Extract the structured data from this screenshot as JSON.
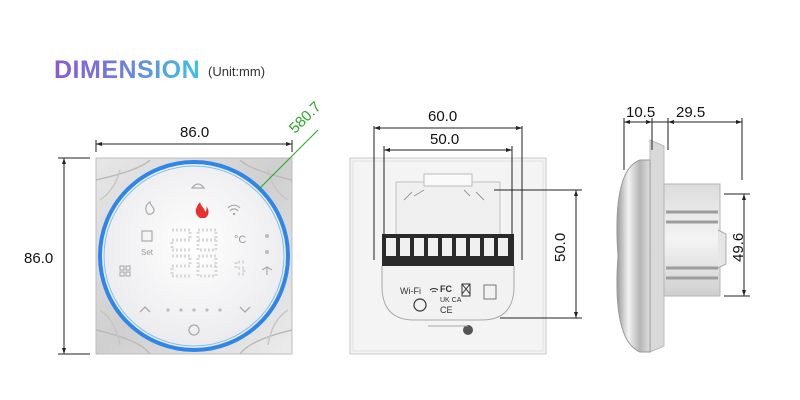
{
  "title": {
    "text": "DIMENSION",
    "unit": "(Unit:mm)"
  },
  "front_view": {
    "width_label": "86.0",
    "height_label": "86.0",
    "diagonal_label": "580.7",
    "display": {
      "temp_set": "28",
      "temp_room": "28",
      "unit_c": "°C",
      "set_label": "Set"
    }
  },
  "back_view": {
    "outer_width_label": "60.0",
    "inner_width_label": "50.0",
    "height_label": "50.0",
    "wifi_label": "Wi-Fi",
    "cert_fc": "FC",
    "cert_ukca": "UK CA",
    "cert_ce": "CE",
    "terminal_count": 9
  },
  "side_view": {
    "front_depth_label": "10.5",
    "back_depth_label": "29.5",
    "height_label": "49.6"
  },
  "colors": {
    "ring": "#2f86e8",
    "flame": "#e8312c",
    "dim_green": "#22a822",
    "title_start": "#8a58d8",
    "title_end": "#3fc3e6"
  }
}
